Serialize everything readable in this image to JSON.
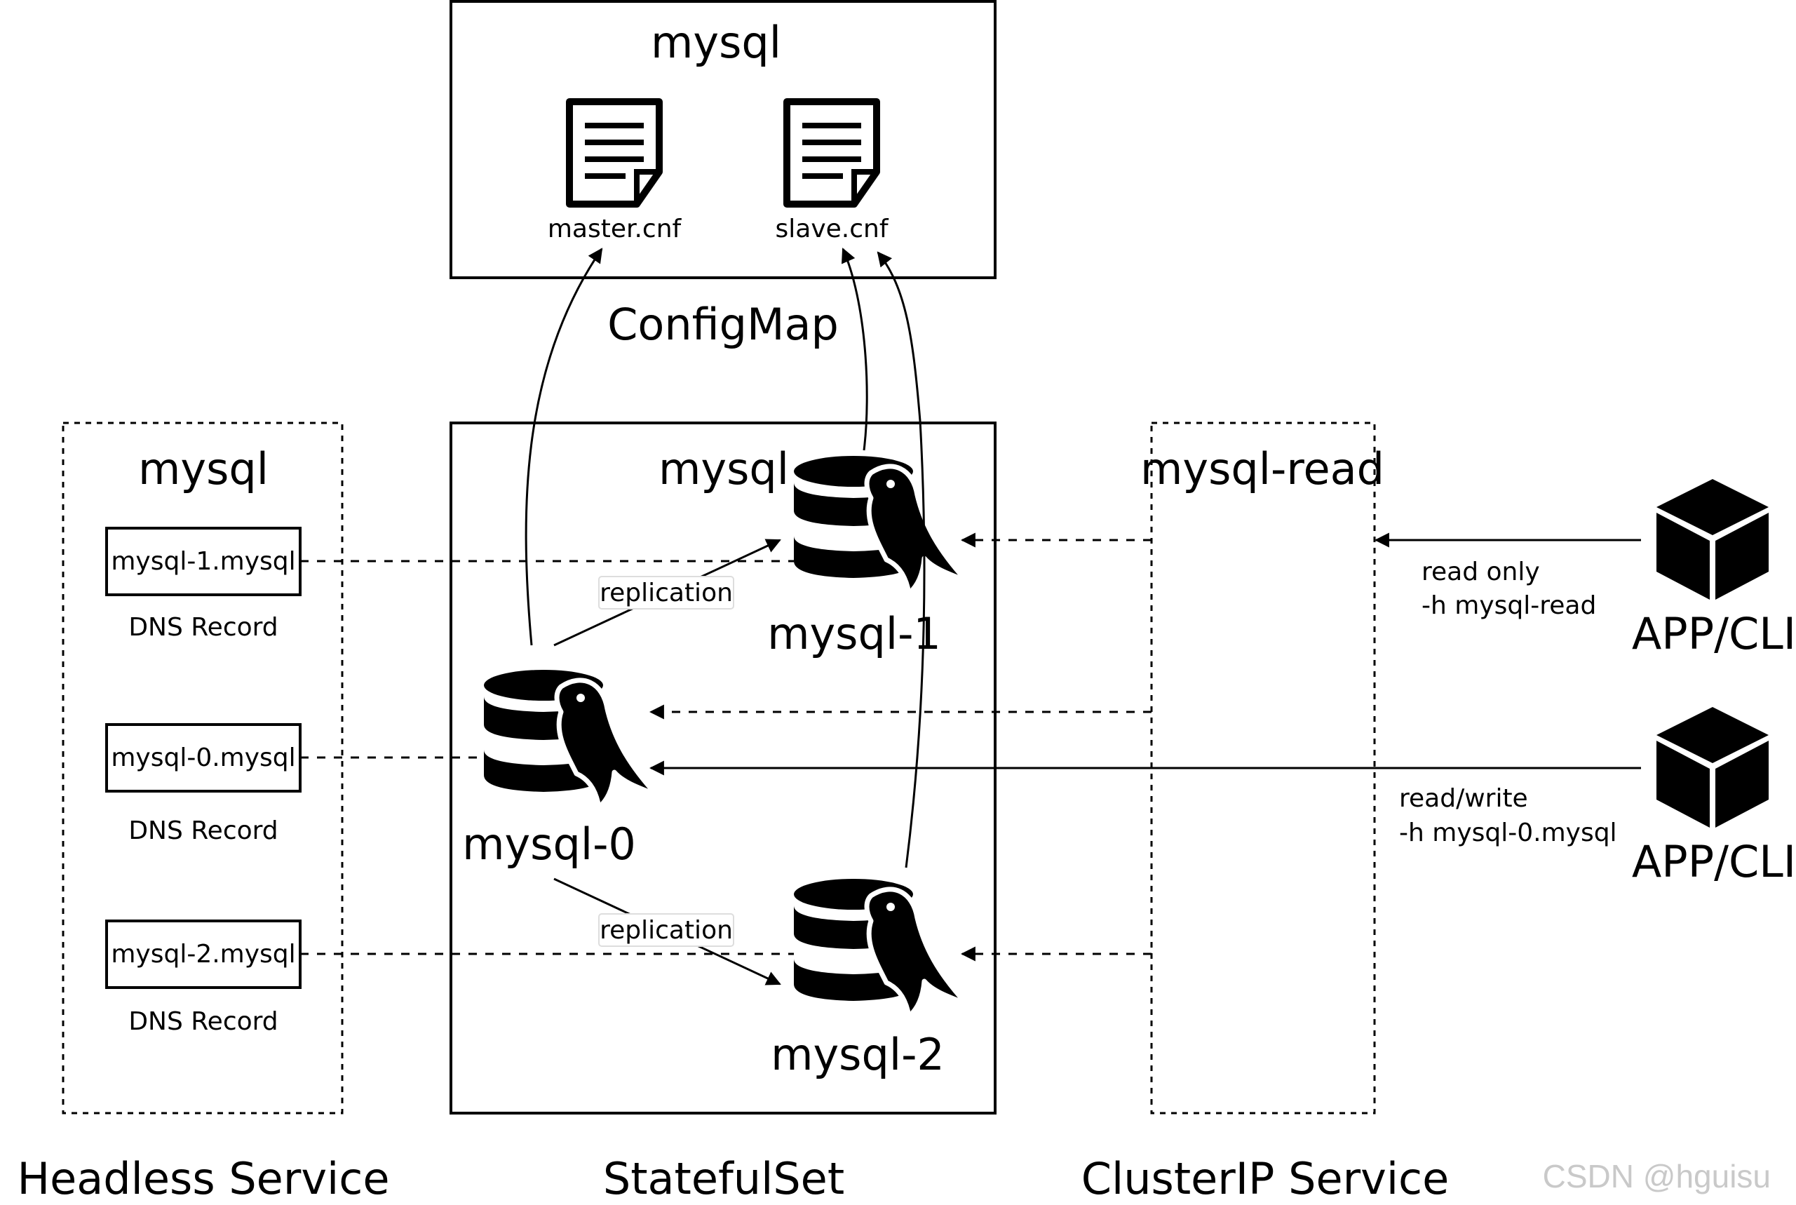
{
  "configmap": {
    "name": "mysql",
    "files": [
      "master.cnf",
      "slave.cnf"
    ],
    "label": "ConfigMap"
  },
  "headless": {
    "name": "mysql",
    "records": [
      {
        "host": "mysql-1.mysql",
        "label": "DNS Record"
      },
      {
        "host": "mysql-0.mysql",
        "label": "DNS Record"
      },
      {
        "host": "mysql-2.mysql",
        "label": "DNS Record"
      }
    ],
    "label": "Headless Service"
  },
  "statefulset": {
    "name": "mysql",
    "pods": [
      "mysql-1",
      "mysql-0",
      "mysql-2"
    ],
    "replication_labels": [
      "replication",
      "replication"
    ],
    "label": "StatefulSet"
  },
  "clusterip": {
    "name": "mysql-read",
    "label": "ClusterIP Service"
  },
  "clients": [
    {
      "name": "APP/CLI",
      "access_line1": "read only",
      "access_line2": "-h mysql-read"
    },
    {
      "name": "APP/CLI",
      "access_line1": "read/write",
      "access_line2": "-h mysql-0.mysql"
    }
  ],
  "watermark": "CSDN @hguisu"
}
